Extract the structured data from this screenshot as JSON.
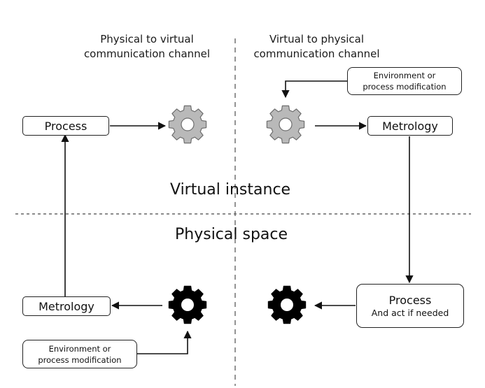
{
  "headers": {
    "left": [
      "Physical to virtual",
      "communication channel"
    ],
    "right": [
      "Virtual to physical",
      "communication channel"
    ]
  },
  "regions": {
    "virtual": "Virtual instance",
    "physical": "Physical space"
  },
  "boxes": {
    "top_left_process": "Process",
    "top_right_metrology": "Metrology",
    "top_right_env": [
      "Environment or",
      "process modification"
    ],
    "bottom_left_metrology": "Metrology",
    "bottom_left_env": [
      "Environment or",
      "process modification"
    ],
    "bottom_right_process_title": "Process",
    "bottom_right_process_sub": "And act if needed"
  },
  "icons": {
    "virtual_gear": "gear-outline-icon",
    "physical_gear": "gear-solid-icon"
  },
  "colors": {
    "virtual_gear_fill": "#b9b9b9",
    "virtual_gear_stroke": "#6e6e6e",
    "physical_gear_fill": "#000000"
  }
}
